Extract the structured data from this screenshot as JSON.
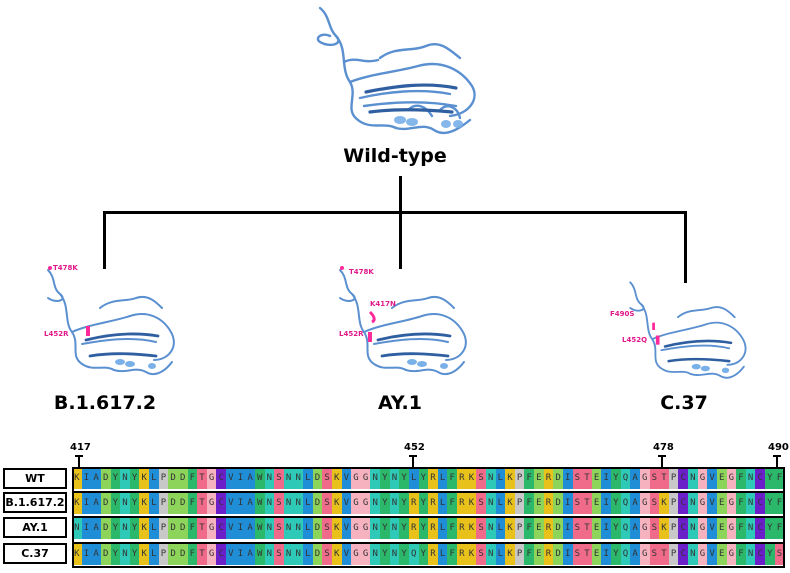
{
  "top": {
    "title": "Wild-type"
  },
  "variants": [
    {
      "name": "B.1.617.2",
      "mutations": [
        "T478K",
        "L452R"
      ]
    },
    {
      "name": "AY.1",
      "mutations": [
        "T478K",
        "K417N",
        "L452R"
      ]
    },
    {
      "name": "C.37",
      "mutations": [
        "F490S",
        "L452Q"
      ]
    }
  ],
  "alignment": {
    "positions": [
      "417",
      "452",
      "478",
      "490"
    ],
    "rows": [
      {
        "label": "WT",
        "sequence": "KIADYNYKLPDDFTGCVIAWNSNNLDSKVGGNYNYLYRLFRKSNLKPFERDISTEIYQAGSTPCNGVEGFNCYF"
      },
      {
        "label": "B.1.617.2",
        "sequence": "KIADYNYKLPDDFTGCVIAWNSNNLDSKVGGNYNYRYRLFRKSNLKPFERDISTEIYQAGSKPCNGVEGFNCYF"
      },
      {
        "label": "AY.1",
        "sequence": "NIADYNYKLPDDFTGCVIAWNSNNLDSKVGGNYNYRYRLFRKSNLKPFERDISTEIYQAGSKPCNGVEGFNCYF"
      },
      {
        "label": "C.37",
        "sequence": "KIADYNYKLPDDFTGCVIAWNSNNLDSKVGGNYNYQYRLFRKSNLKPFERDISTEIYQAGSTPCNGVEGFNCYS"
      }
    ],
    "residue_colors": {
      "K": "#e8c21a",
      "R": "#e8c21a",
      "H": "#e8c21a",
      "I": "#1f8ed6",
      "L": "#1f8ed6",
      "V": "#1f8ed6",
      "M": "#1f8ed6",
      "A": "#1f8ed6",
      "F": "#2bb86a",
      "W": "#2bb86a",
      "Y": "#2bb86a",
      "D": "#8dd45a",
      "E": "#8dd45a",
      "N": "#2ec9b7",
      "Q": "#2ec9b7",
      "S": "#f06a8a",
      "T": "#f06a8a",
      "G": "#f7b2c0",
      "P": "#c8c8c8",
      "C": "#6a1fc9"
    },
    "mutation_color": "#ff2a9a",
    "line_color": "#000000"
  }
}
